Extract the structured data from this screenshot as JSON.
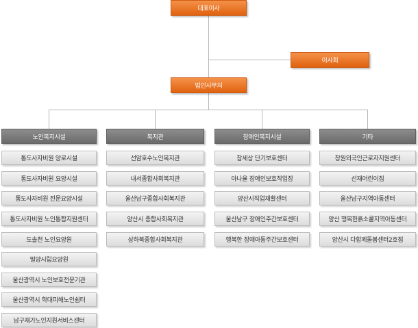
{
  "top": {
    "label": "대표이사"
  },
  "board": {
    "label": "이사회"
  },
  "office": {
    "label": "법인사무처"
  },
  "departments": [
    {
      "label": "노인복지시설",
      "items": [
        "통도사자비원 양로시설",
        "통도사자비원 요양시설",
        "통도사자비원 전문요양시설",
        "통도사자비원 노인통합지원센터",
        "도솔천 노인요양원",
        "밀양시립요양원",
        "울산광역시 노인보호전문기관",
        "울산광역시 학대피해노인쉼터",
        "남구재가노인지원서비스센터"
      ]
    },
    {
      "label": "복지관",
      "items": [
        "선암호수노인복지관",
        "내서종합사회복지관",
        "울산남구종합사회복지관",
        "양산시 종합사회복지관",
        "상하북종합사회복지관"
      ]
    },
    {
      "label": "장애인복지시설",
      "items": [
        "참세상 단기보호센터",
        "아나율 장애인보호작업장",
        "양산시직업재활센터",
        "울산남구 장애인주간보호센터",
        "행복한 장애아동주간보호센터"
      ]
    },
    {
      "label": "기타",
      "items": [
        "창원외국인근로자지원센터",
        "선재어린이집",
        "울산남구지역아동센터",
        "양산 행복한흙소쿨지역아동센터",
        "양산시 다함께돌봄센터2호점"
      ]
    }
  ]
}
